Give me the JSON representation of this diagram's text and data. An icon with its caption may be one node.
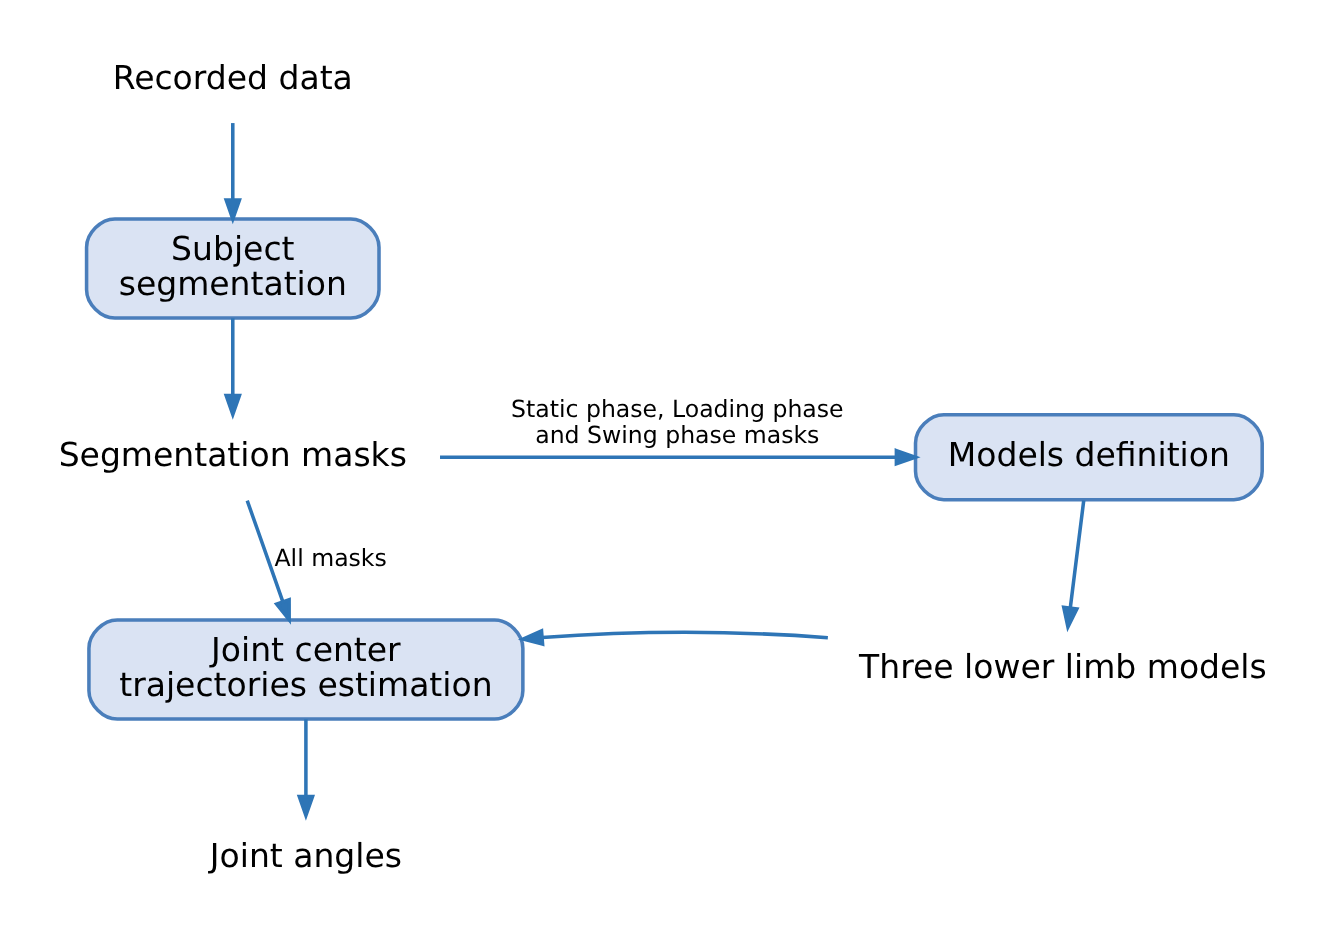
{
  "diagram": {
    "nodes": [
      {
        "text": [
          "Recorded data"
        ]
      },
      {
        "text": [
          "Subject segmentation"
        ]
      },
      {
        "text": [
          "Segmentation masks"
        ]
      },
      {
        "text": [
          "Models definition"
        ]
      },
      {
        "text": [
          "Three lower limb models"
        ]
      },
      {
        "text": [
          "Joint center trajectories estimation"
        ]
      },
      {
        "text": [
          "Joint angles"
        ]
      }
    ],
    "edges": [
      {
        "from": 0,
        "to": 1,
        "arrow": "to"
      },
      {
        "from": 1,
        "to": 2,
        "arrow": "to"
      },
      {
        "from": 2,
        "to": 3,
        "arrow": "to",
        "label": "Static phase, Loading phase and Swing phase masks"
      },
      {
        "from": 3,
        "to": 4,
        "arrow": "to"
      },
      {
        "from": 4,
        "to": 5,
        "arrow": "to"
      },
      {
        "from": 2,
        "to": 5,
        "arrow": "to",
        "label": "All masks"
      },
      {
        "from": 5,
        "to": 6,
        "arrow": "to"
      }
    ]
  }
}
